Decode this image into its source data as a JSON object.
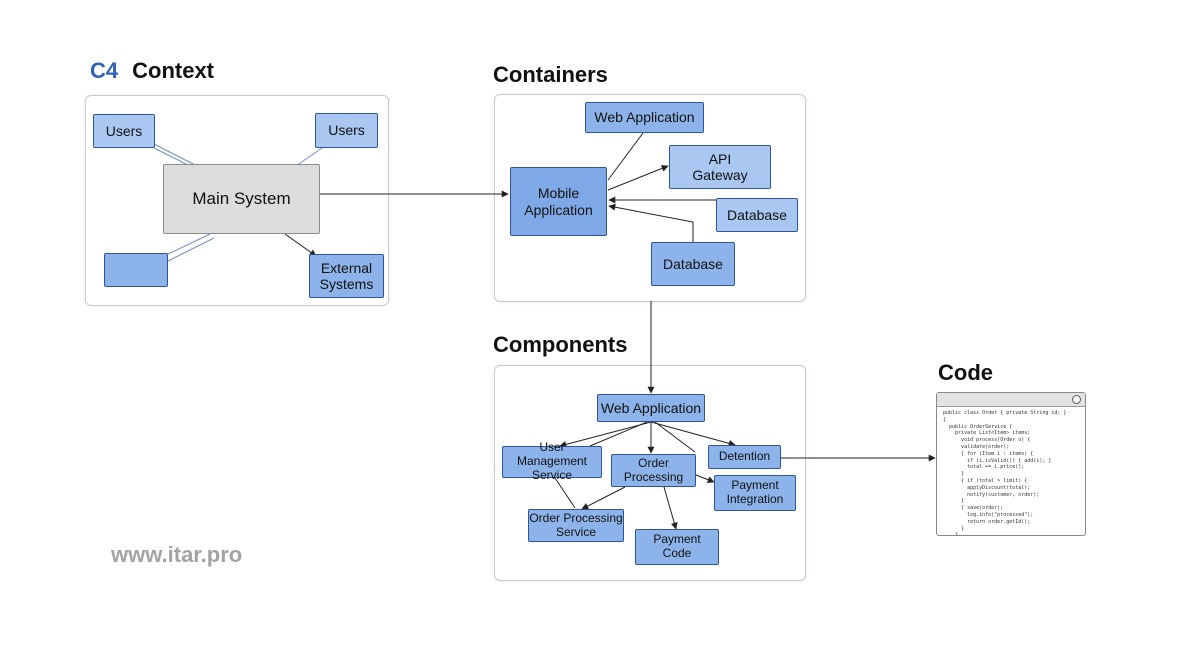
{
  "context": {
    "brand": "C4",
    "title": "Context",
    "users_left": "Users",
    "users_right": "Users",
    "main_system": "Main System",
    "unlabeled_box": "",
    "external_systems": "External Systems"
  },
  "containers": {
    "title": "Containers",
    "web_application": "Web Application",
    "api_gateway": "API Gateway",
    "mobile_application": "Mobile Application",
    "database_small": "Database",
    "database_large": "Database"
  },
  "components": {
    "title": "Components",
    "web_application": "Web Application",
    "user_management": "User Management Service",
    "order_processing": "Order Processing",
    "detention": "Detention",
    "payment_integration": "Payment Integration",
    "order_processing_service": "Order Processing Service",
    "payment_code": "Payment Code"
  },
  "code": {
    "title": "Code",
    "snippet": "public class Order { private String id; }\n{\n  public OrderService {\n    private List<Item> items;\n      void process(Order o) {\n      validate(order);\n      { for (Item i : items) {\n        if (i.isValid()) { add(i); }\n        total += i.price();\n      }\n      { if (total > limit) {\n        applyDiscount(total);\n        notify(customer, order);\n      }\n      { save(order);\n        log.info(\"processed\");\n        return order.getId();\n      }\n    }\n  }\n}"
  },
  "watermark": "www.itar.pro"
}
